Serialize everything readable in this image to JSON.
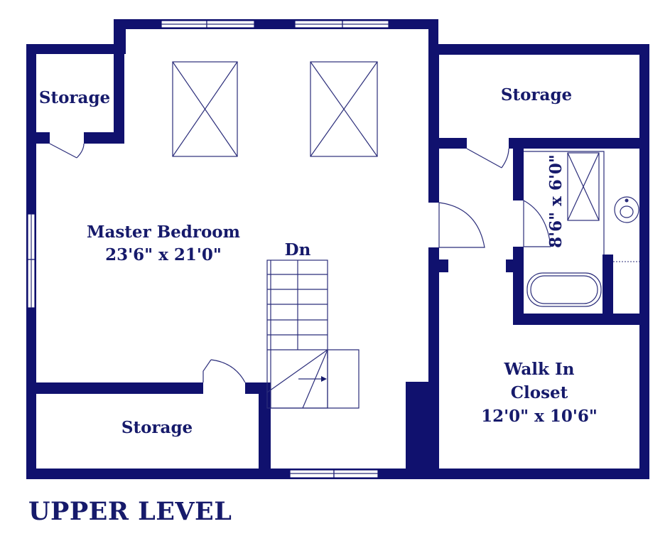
{
  "colors": {
    "wall": "#10116e",
    "background": "#ffffff",
    "text": "#161a6b"
  },
  "plan_title": "UPPER LEVEL",
  "rooms": {
    "storage_top_left": "Storage",
    "storage_top_right": "Storage",
    "storage_bottom": "Storage",
    "master_bedroom": {
      "name": "Master Bedroom",
      "size": "23'6\" x 21'0\""
    },
    "bathroom_size": "8'6\" x 6'0\"",
    "walk_in_closet": {
      "name_line1": "Walk In",
      "name_line2": "Closet",
      "size": "12'0\" x 10'6\""
    }
  },
  "stairs_label": "Dn"
}
